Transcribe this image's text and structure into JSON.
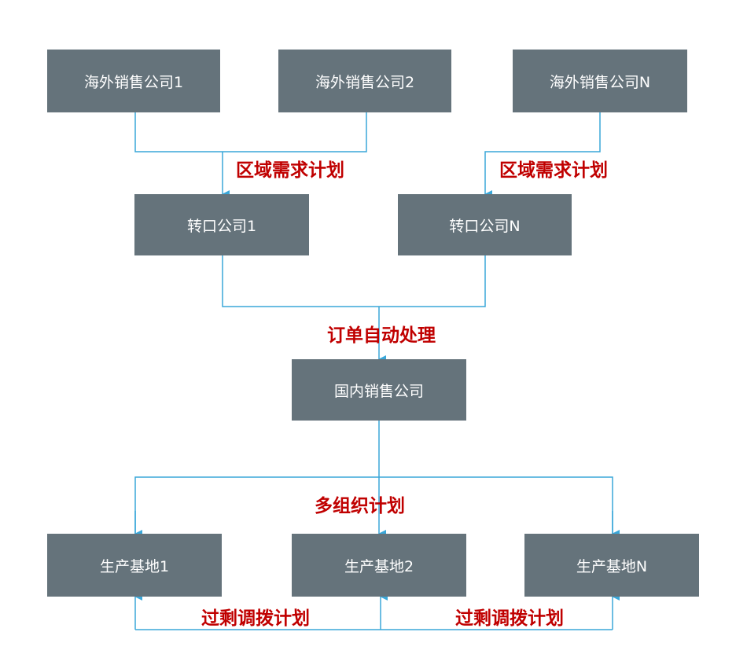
{
  "colors": {
    "box": "#65737b",
    "box_text": "#ffffff",
    "connector": "#3aa7d9",
    "label": "#c00000"
  },
  "boxes": {
    "overseas1": "海外销售公司1",
    "overseas2": "海外销售公司2",
    "overseasN": "海外销售公司N",
    "transit1": "转口公司1",
    "transitN": "转口公司N",
    "domestic": "国内销售公司",
    "base1": "生产基地1",
    "base2": "生产基地2",
    "baseN": "生产基地N"
  },
  "labels": {
    "regional_plan_left": "区域需求计划",
    "regional_plan_right": "区域需求计划",
    "order_auto": "订单自动处理",
    "multi_org": "多组织计划",
    "surplus_left": "过剩调拨计划",
    "surplus_right": "过剩调拨计划"
  }
}
